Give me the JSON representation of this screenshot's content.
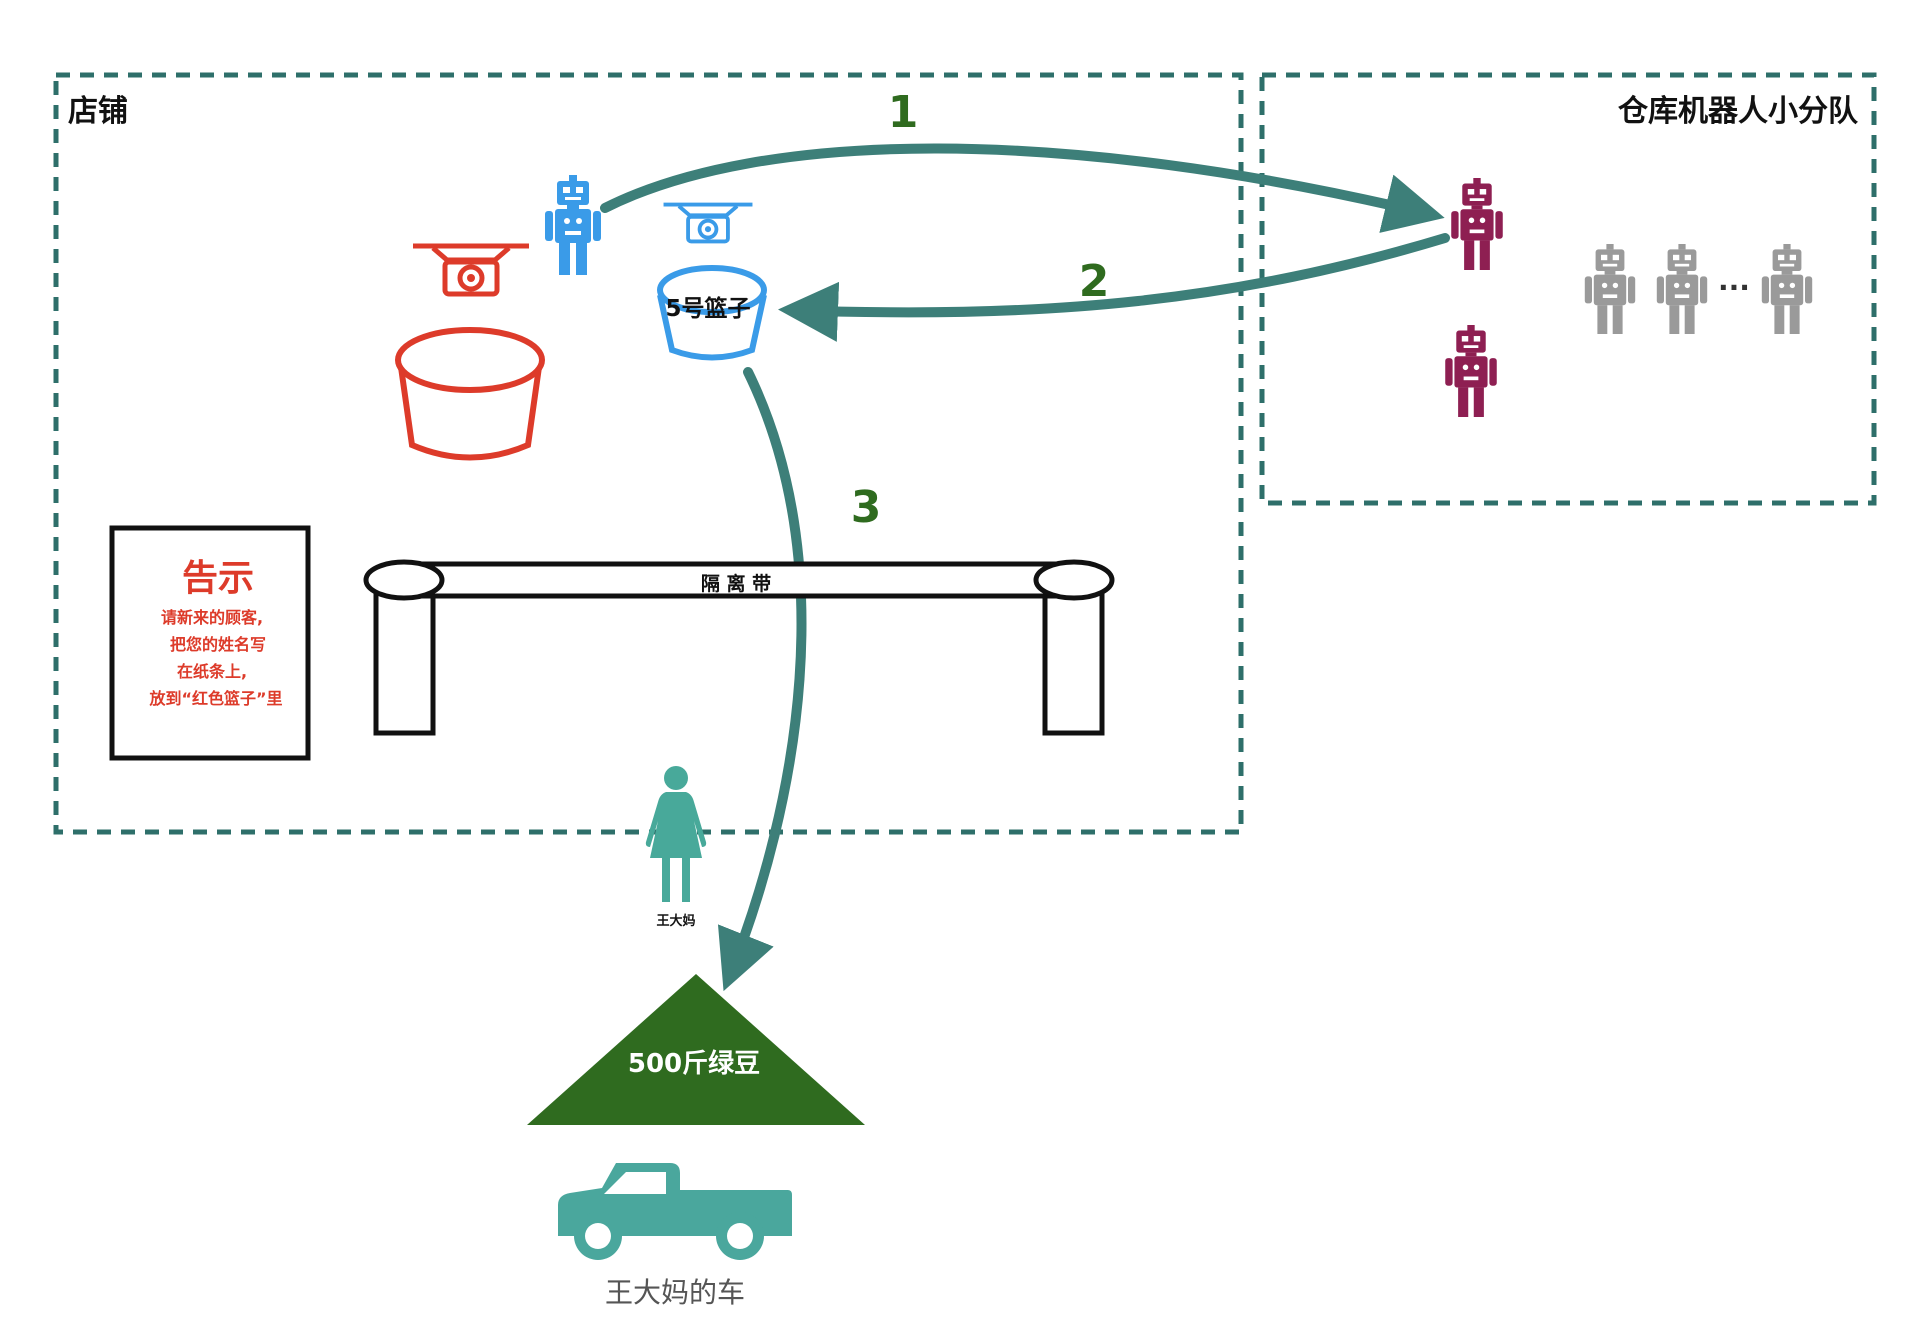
{
  "regions": {
    "store_label": "店铺",
    "warehouse_label": "仓库机器人小分队"
  },
  "steps": [
    "1",
    "2",
    "3"
  ],
  "basket_label": "5号篮子",
  "barrier_label": "隔 离 带",
  "notice": {
    "title": "告示",
    "lines": [
      "请新来的顾客,",
      "把您的姓名写",
      "在纸条上,",
      "放到“红色篮子”里"
    ]
  },
  "customer_label": "王大妈",
  "goods_label": "500斤绿豆",
  "car_label": "王大妈的车",
  "ellipsis": "...",
  "colors": {
    "frame": "#2e6f6a",
    "arrow": "#3d7f79",
    "step_number": "#2f6b1f",
    "blue": "#3a9be8",
    "red": "#dd3b2a",
    "magenta": "#8e1f52",
    "gray": "#9a9a9a",
    "person": "#48a99a",
    "pile": "#2f6b1f",
    "car": "#4aa79d"
  }
}
